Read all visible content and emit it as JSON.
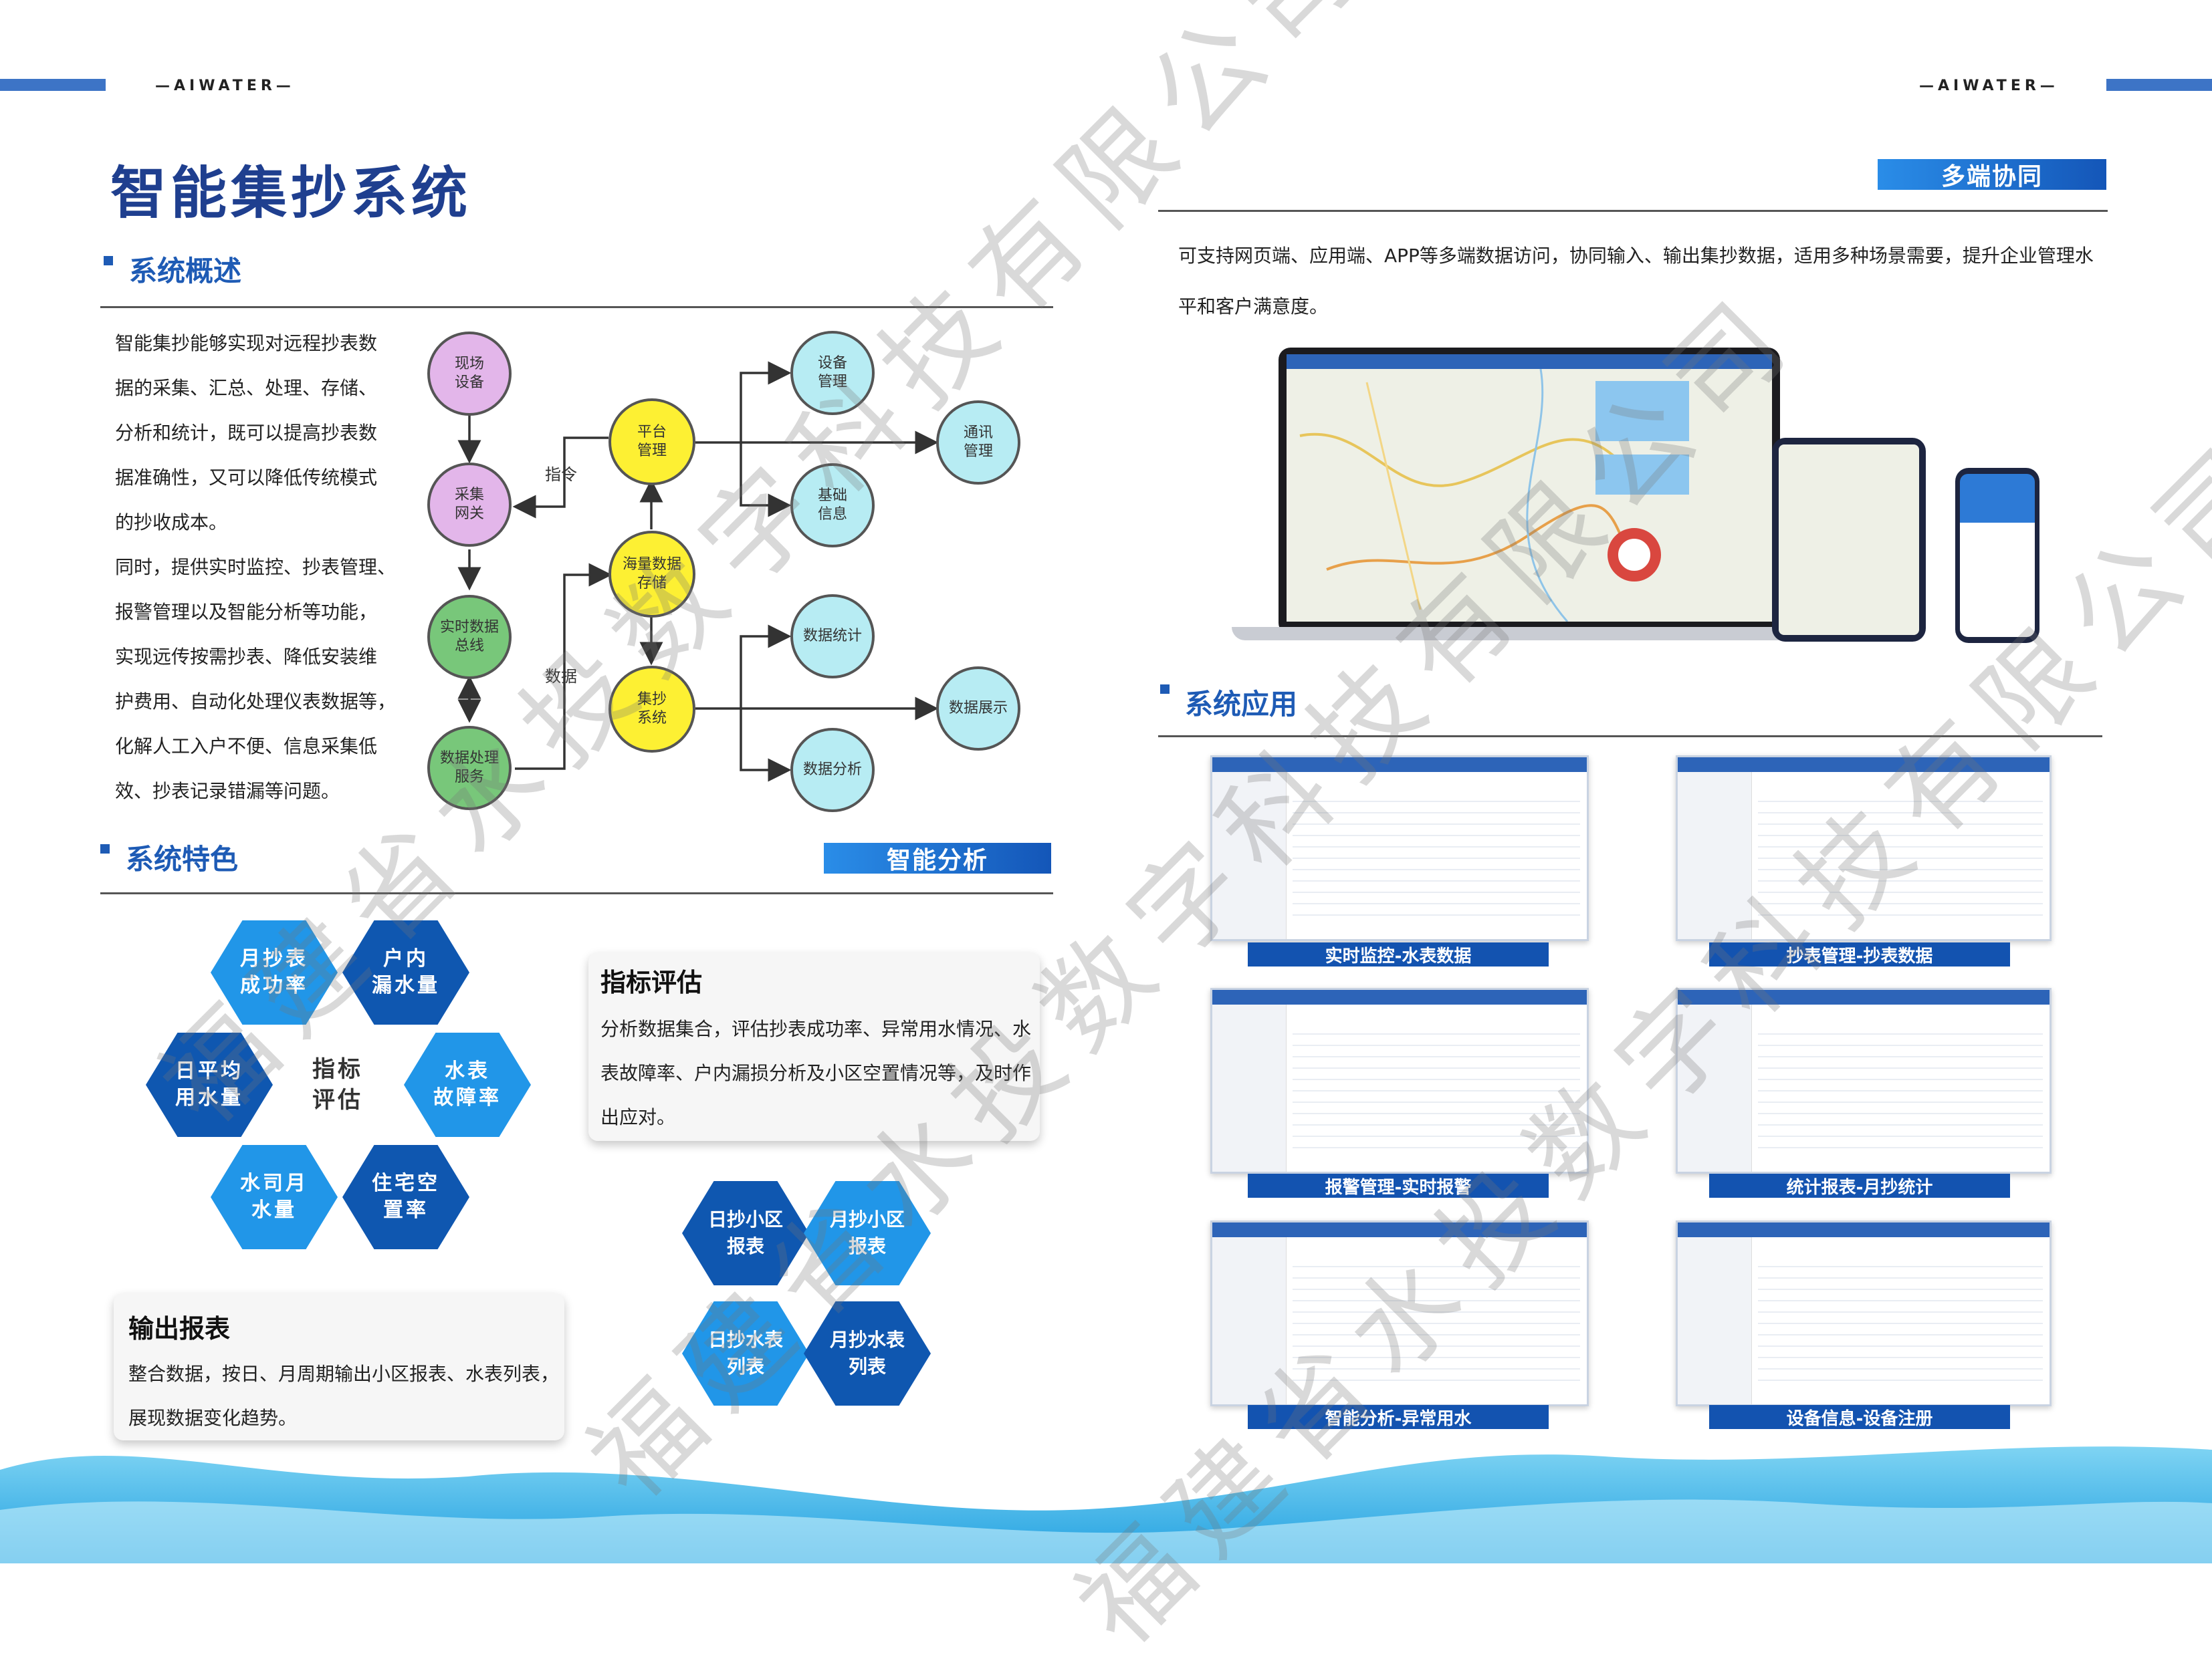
{
  "brand": {
    "left": "—AIWATER—",
    "right": "—AIWATER—"
  },
  "title": "智能集抄系统",
  "overview": {
    "heading": "系统概述",
    "lines": [
      "智能集抄能够实现对远程抄表数",
      "据的采集、汇总、处理、存储、",
      "分析和统计，既可以提高抄表数",
      "据准确性，又可以降低传统模式",
      "的抄收成本。",
      "同时，提供实时监控、抄表管理、",
      "报警管理以及智能分析等功能，",
      "实现远传按需抄表、降低安装维",
      "护费用、自动化处理仪表数据等，",
      "化解人工入户不便、信息采集低",
      "效、抄表记录错漏等问题。"
    ]
  },
  "flow": {
    "nodes": {
      "field": "现场\n设备",
      "gateway": "采集\n网关",
      "bus": "实时数据\n总线",
      "process": "数据处理\n服务",
      "platform": "平台\n管理",
      "storage": "海量数据\n存储",
      "meter": "集抄\n系统",
      "device": "设备\n管理",
      "comm": "通讯\n管理",
      "basic": "基础\n信息",
      "stats": "数据统计",
      "show": "数据展示",
      "analysis": "数据分析"
    },
    "labels": {
      "cmd": "指令",
      "data": "数据"
    }
  },
  "features": {
    "heading": "系统特色",
    "tag": "智能分析",
    "hexes": [
      "月抄表\n成功率",
      "户内\n漏水量",
      "日平均\n用水量",
      "指标\n评估",
      "水表\n故障率",
      "水司月\n水量",
      "住宅空\n置率"
    ],
    "card1": {
      "title": "指标评估",
      "lines": [
        "分析数据集合，评估抄表成功率、异常用水情况、水",
        "表故障率、户内漏损分析及小区空置情况等，及时作",
        "出应对。"
      ]
    },
    "card2": {
      "title": "输出报表",
      "lines": [
        "整合数据，按日、月周期输出小区报表、水表列表，",
        "展现数据变化趋势。"
      ]
    },
    "report_hexes": [
      "日抄小区\n报表",
      "月抄小区\n报表",
      "日抄水表\n列表",
      "月抄水表\n列表"
    ]
  },
  "multi": {
    "tag": "多端协同",
    "lines": [
      "可支持网页端、应用端、APP等多端数据访问，协同输入、输出集抄数据，适用多种场景需要，提升企业管理水",
      "平和客户满意度。"
    ]
  },
  "apps": {
    "heading": "系统应用",
    "captions": [
      "实时监控-水表数据",
      "抄表管理-抄表数据",
      "报警管理-实时报警",
      "统计报表-月抄统计",
      "智能分析-异常用水",
      "设备信息-设备注册"
    ]
  },
  "watermark": "福建省水投数字科技有限公司",
  "colors": {
    "brand_blue": "#1f3f8f",
    "accent_blue": "#1e5bb5",
    "hex_light": "#2196e8",
    "hex_dark": "#0f57b0"
  }
}
